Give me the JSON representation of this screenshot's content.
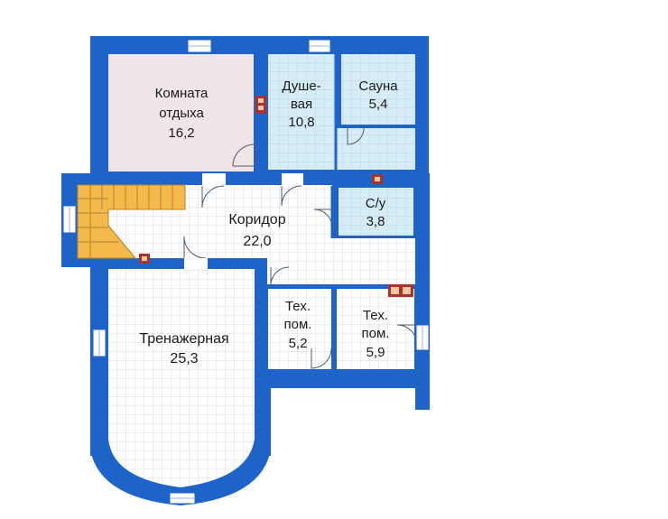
{
  "plan": {
    "rooms": [
      {
        "id": "lounge",
        "name_lines": [
          "Комната",
          "отдыха"
        ],
        "area": "16,2"
      },
      {
        "id": "shower",
        "name_lines": [
          "Душе-",
          "вая"
        ],
        "area": "10,8"
      },
      {
        "id": "sauna",
        "name_lines": [
          "Сауна"
        ],
        "area": "5,4"
      },
      {
        "id": "wc",
        "name_lines": [
          "С/у"
        ],
        "area": "3,8"
      },
      {
        "id": "corridor",
        "name_lines": [
          "Коридор"
        ],
        "area": "22,0"
      },
      {
        "id": "tech1",
        "name_lines": [
          "Тех.",
          "пом."
        ],
        "area": "5,2"
      },
      {
        "id": "tech2",
        "name_lines": [
          "Тех.",
          "пом."
        ],
        "area": "5,9"
      },
      {
        "id": "gym",
        "name_lines": [
          "Тренажерная"
        ],
        "area": "25,3"
      }
    ]
  },
  "colors": {
    "wall": "#1e63c8",
    "wall_dark": "#0d3f8f",
    "tile": "#ffffff",
    "tile_grid": "#c9d3df",
    "lounge_fill": "#efe4e6",
    "wet_fill": "#d6ecf7",
    "stairs": "#f3b94a",
    "chimney": "#a8322c"
  }
}
